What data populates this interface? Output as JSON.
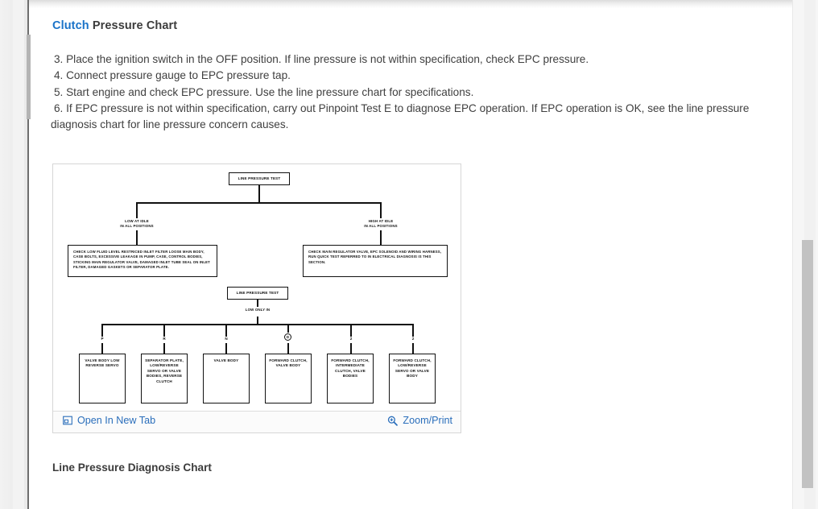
{
  "page": {
    "title_highlight": "Clutch",
    "title_rest": " Pressure Chart",
    "sub_title": "Line Pressure Diagnosis Chart"
  },
  "steps": [
    "3. Place the ignition switch in the OFF position. If line pressure is not within specification, check EPC pressure.",
    "4. Connect pressure gauge to EPC pressure tap.",
    "5. Start engine and check EPC pressure. Use the line pressure chart for specifications.",
    "6. If EPC pressure is not within specification, carry out Pinpoint Test E to diagnose EPC operation. If EPC operation is OK, see the line pressure diagnosis chart for line pressure concern causes."
  ],
  "figure": {
    "footer": {
      "open_new_tab_label": "Open In New Tab",
      "zoom_print_label": "Zoom/Print"
    },
    "diagram": {
      "top_box": "LINE PRESSURE TEST",
      "branch_left_label": "LOW AT IDLE\nIN ALL POSITIONS",
      "branch_right_label": "HIGH AT IDLE\nIN ALL POSITIONS",
      "branch_left_box": "CHECK LOW FLUID LEVEL RESTRICED INLET FILTER LOOSE MAIN BODY, CASE BOLTS, EXCESSIVE LEAKAGE IN PUMP, CASE, CONTROL BODIES, STICKING MAIN REGULATOR VALVE, DAMAGED INLET TUBE SEAL ON INLET FILTER, DAMAGED GASKETS OR SEPARATOR PLATE.",
      "branch_right_box": "CHECK MAIN REGULATOR VALVE, EPC SOLENOID AND WIRING HARNESS, RUN QUICK TEST REFERRED TO IN ELECTRICAL DIAGNOSIS IS THIS SECTION.",
      "second_box": "LINE PRESSURE TEST",
      "second_label": "LOW ONLY IN",
      "gears": [
        "P",
        "R",
        "N",
        "D",
        "2",
        "2"
      ],
      "gear_circled_index": 3,
      "result_boxes": [
        "VALVE BODY LOW REVERSE SERVO",
        "SEPARATOR PLATE, LOW/REVERSE SERVO OR VALVE BODIES, REVERSE CLUTCH",
        "VALVE BODY",
        "FORWARD CLUTCH, VALVE BODY",
        "FORWARD CLUTCH, INTERMEDIATE CLUTCH, VALVE BODIES",
        "FORWARD CLUTCH, LOW/REVERSE SERVO OR VALVE BODY"
      ]
    }
  },
  "colors": {
    "link": "#2a6ebb",
    "title_highlight": "#1a73c8",
    "text": "#3f3f3f",
    "diagram_ink": "#111111"
  }
}
